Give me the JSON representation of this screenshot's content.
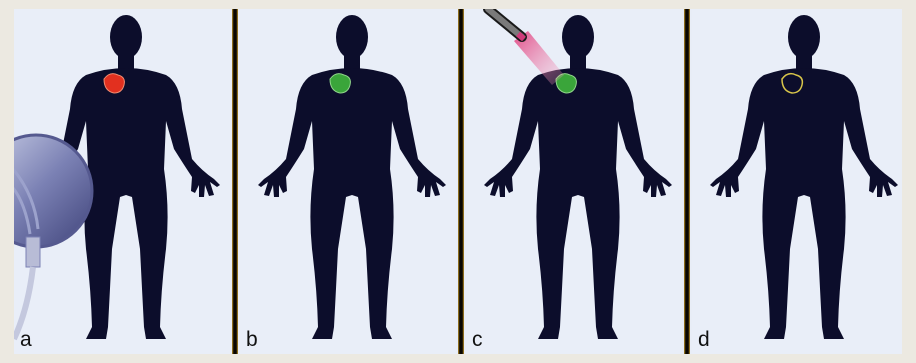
{
  "panels": [
    {
      "label": "a",
      "lesion": "red",
      "device": "ultrasound-probe"
    },
    {
      "label": "b",
      "lesion": "green",
      "device": ""
    },
    {
      "label": "c",
      "lesion": "green",
      "device": "laser-fiber"
    },
    {
      "label": "d",
      "lesion": "black",
      "device": ""
    }
  ],
  "colors": {
    "silhouette": "#0c0d2b",
    "panel_bg": "#e9eef8",
    "lesion_red": "#e2301f",
    "lesion_green": "#3aa53a",
    "lesion_black_outline": "#d8c54a",
    "divider": "#000000"
  }
}
